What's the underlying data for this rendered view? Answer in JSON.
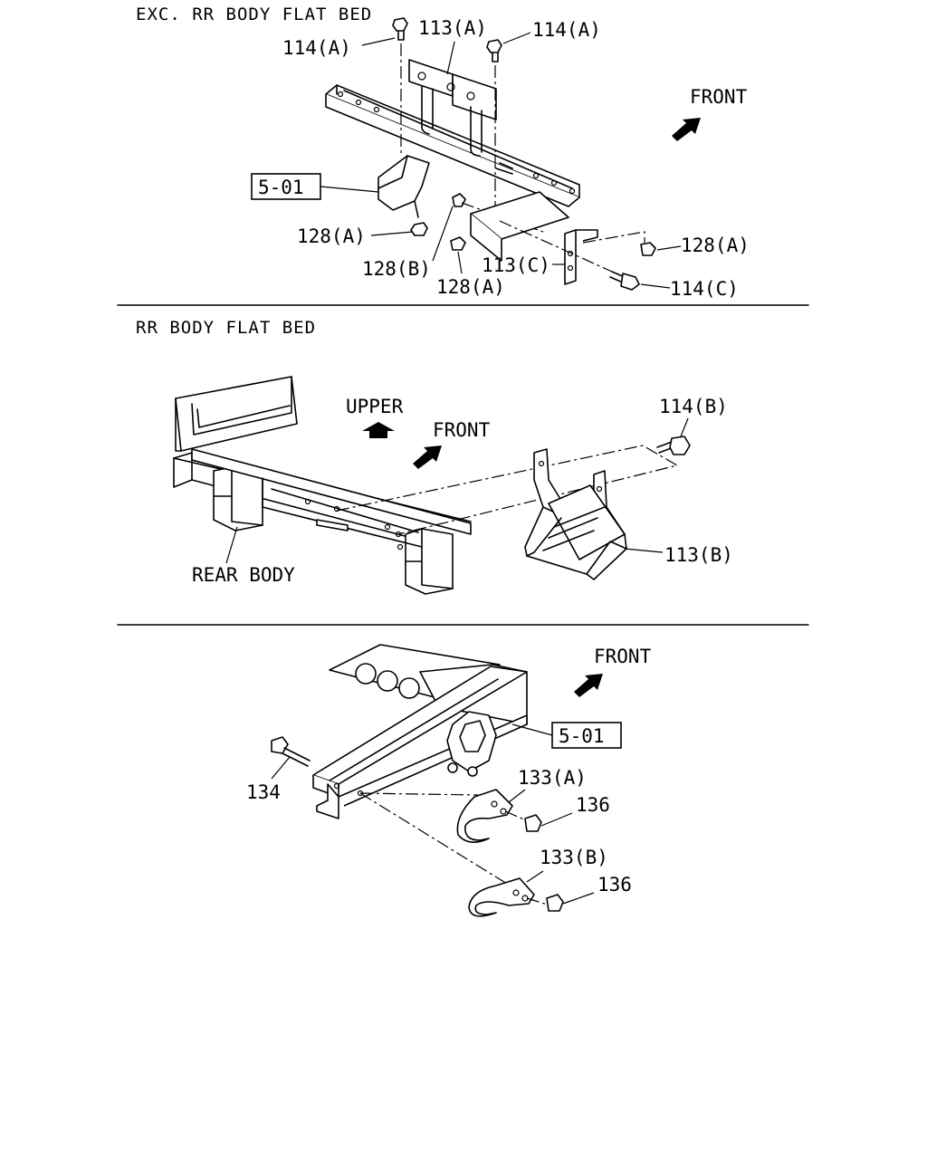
{
  "sections": [
    {
      "title": "EXC. RR BODY FLAT BED"
    },
    {
      "title": "RR BODY FLAT BED"
    }
  ],
  "labels": {
    "front": "FRONT",
    "upper": "UPPER",
    "rear_body": "REAR BODY",
    "ref_box": "5-01",
    "p113a": "113(A)",
    "p113b": "113(B)",
    "p113c": "113(C)",
    "p114a": "114(A)",
    "p114b": "114(B)",
    "p114c": "114(C)",
    "p128a": "128(A)",
    "p128b": "128(B)",
    "p133a": "133(A)",
    "p133b": "133(B)",
    "p134": "134",
    "p136": "136"
  },
  "colors": {
    "line": "#000000",
    "background": "#ffffff"
  },
  "icons": [
    "front-arrow-icon",
    "upper-arrow-icon"
  ]
}
